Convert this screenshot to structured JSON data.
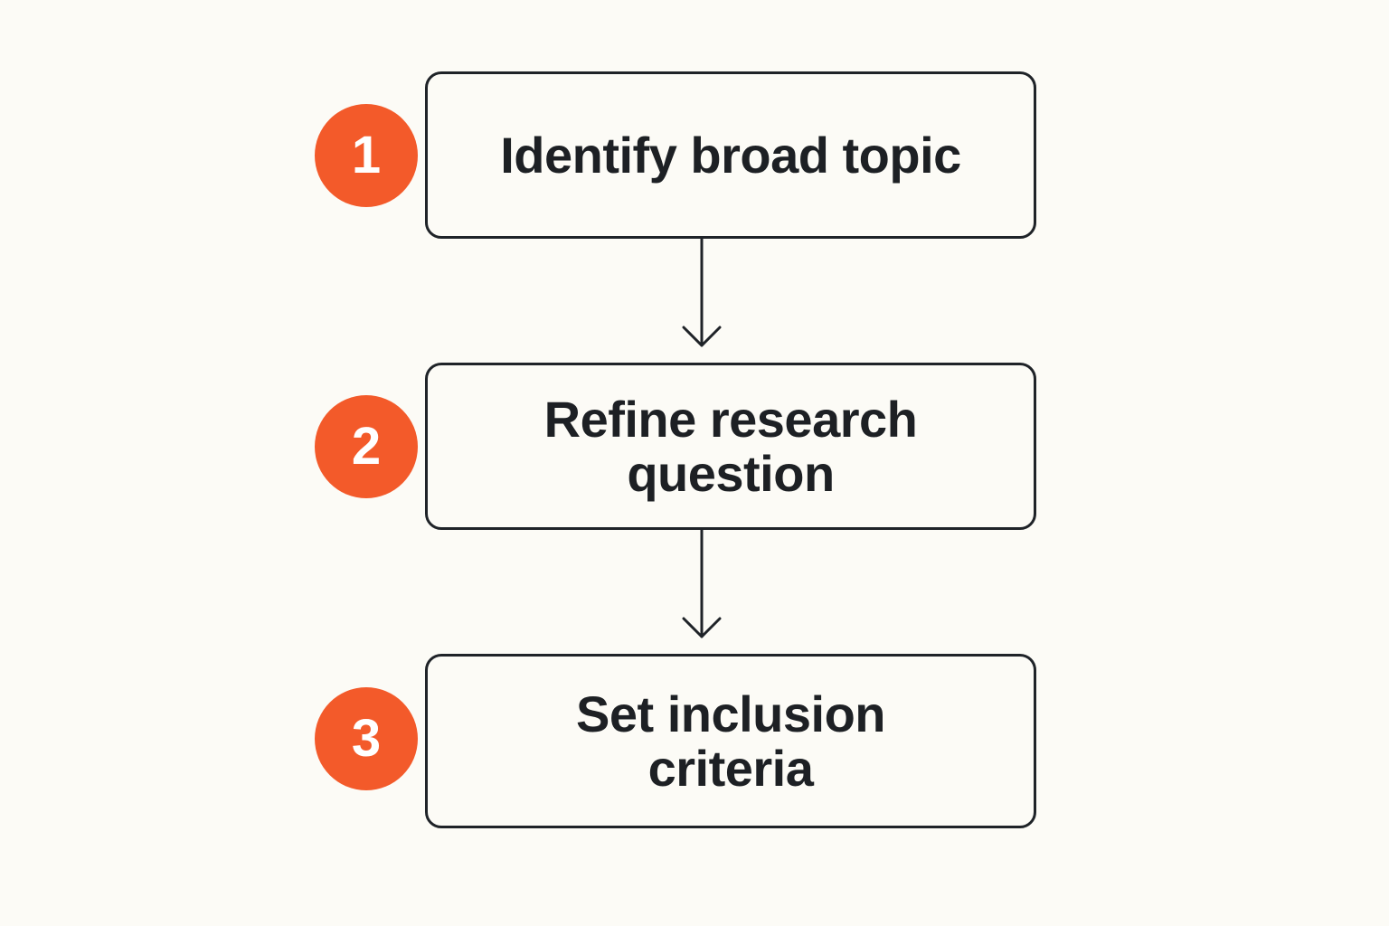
{
  "steps": [
    {
      "number": "1",
      "label": "Identify broad topic"
    },
    {
      "number": "2",
      "label": "Refine research\nquestion"
    },
    {
      "number": "3",
      "label": "Set inclusion\ncriteria"
    }
  ],
  "colors": {
    "badge": "#f35a2a",
    "border": "#1f2328",
    "text": "#1d2024",
    "background": "#fcfbf6"
  }
}
